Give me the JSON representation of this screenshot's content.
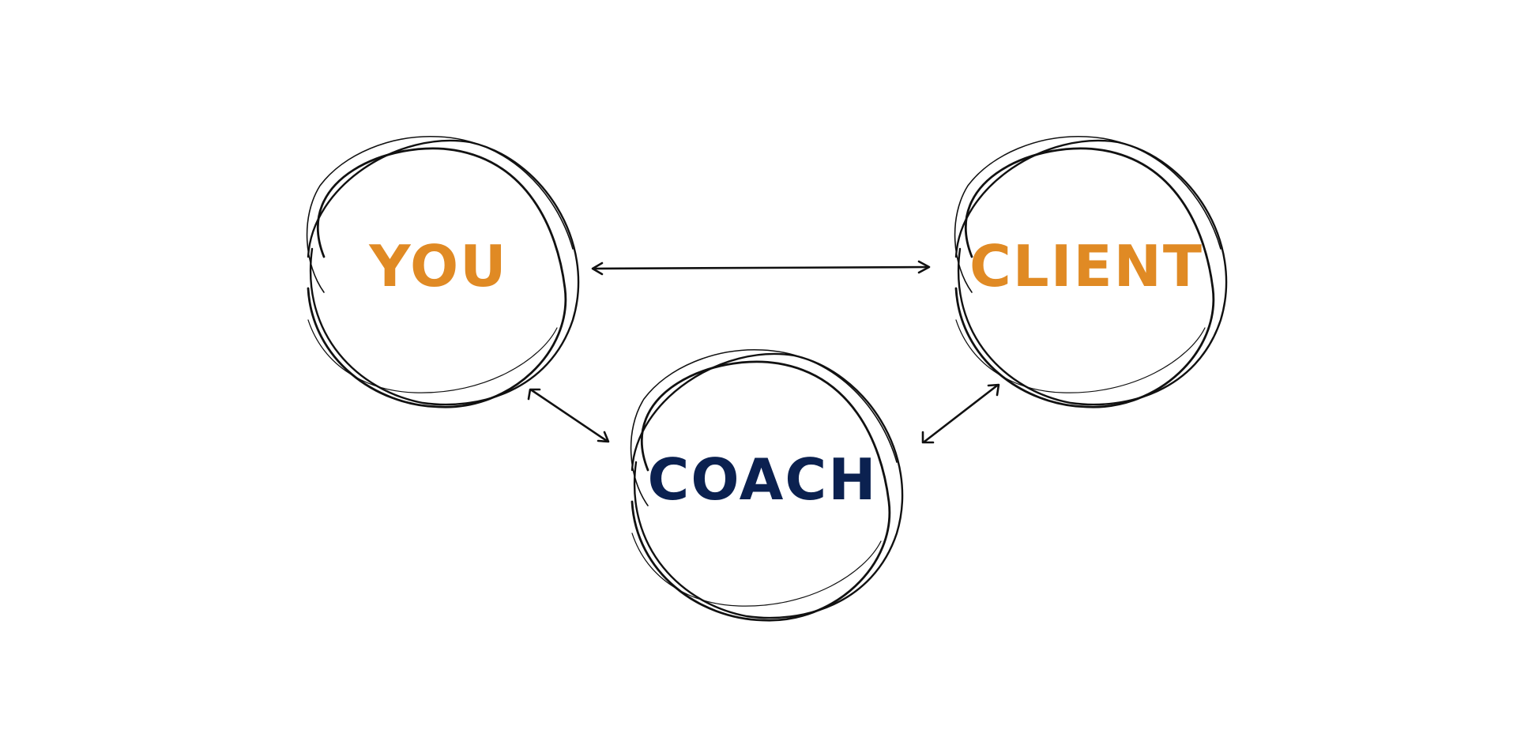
{
  "diagram": {
    "nodes": [
      {
        "id": "you",
        "label": "YOU",
        "color": "#E08A24"
      },
      {
        "id": "client",
        "label": "CLIENT",
        "color": "#E08A24"
      },
      {
        "id": "coach",
        "label": "COACH",
        "color": "#0B2150"
      }
    ],
    "edges": [
      {
        "from": "you",
        "to": "client",
        "type": "bidirectional"
      },
      {
        "from": "you",
        "to": "coach",
        "type": "bidirectional"
      },
      {
        "from": "client",
        "to": "coach",
        "type": "bidirectional"
      }
    ]
  }
}
